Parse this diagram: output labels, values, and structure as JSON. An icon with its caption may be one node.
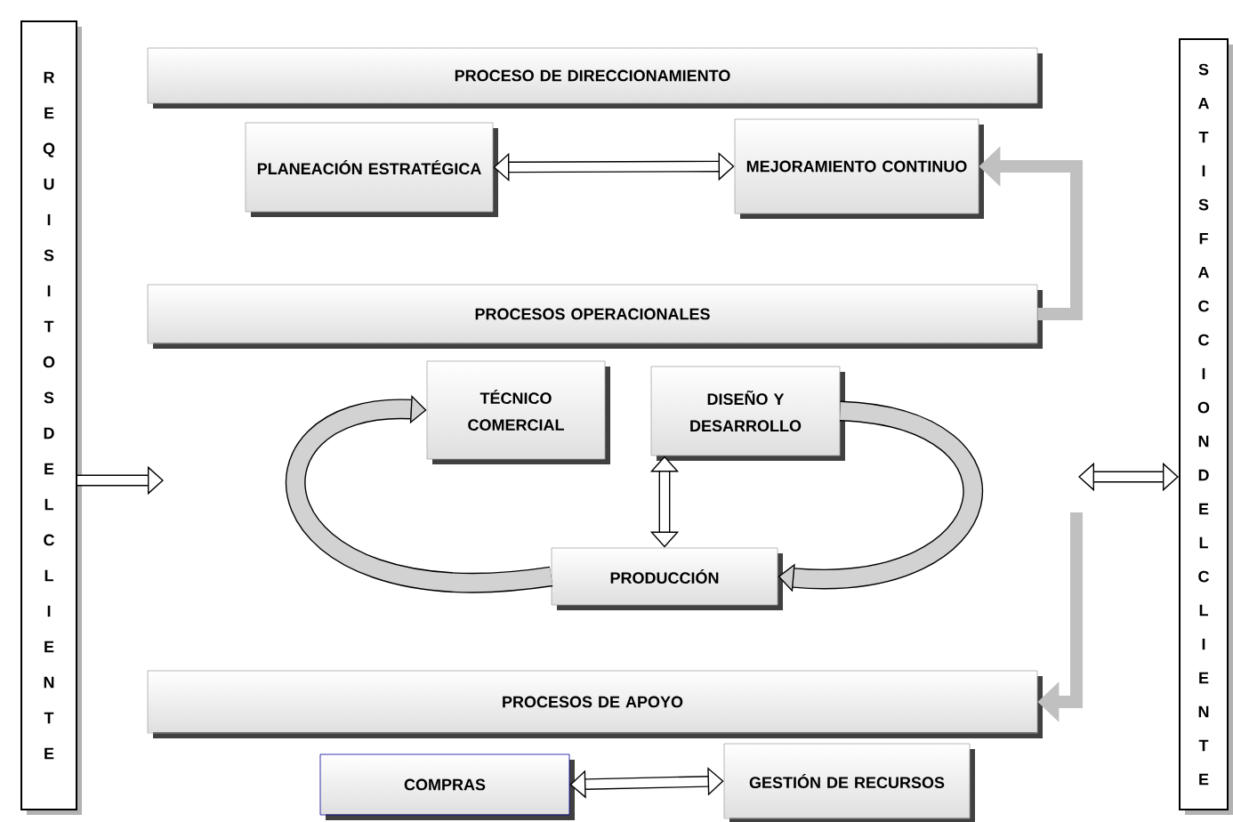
{
  "diagram": {
    "nodes": [
      {
        "text": [
          "REQUISITOS DEL CLIENTE"
        ]
      },
      {
        "text": [
          "PROCESO DE DIRECCIONAMIENTO"
        ]
      },
      {
        "text": [
          "PLANEACIÓN ESTRATÉGICA"
        ]
      },
      {
        "text": [
          "MEJORAMIENTO CONTINUO"
        ]
      },
      {
        "text": [
          "PROCESOS OPERACIONALES"
        ]
      },
      {
        "text": [
          "TÉCNICO COMERCIAL"
        ]
      },
      {
        "text": [
          "DISEÑO Y DESARROLLO"
        ]
      },
      {
        "text": [
          "PRODUCCIÓN"
        ]
      },
      {
        "text": [
          "PROCESOS DE APOYO"
        ]
      },
      {
        "text": [
          "COMPRAS"
        ]
      },
      {
        "text": [
          "GESTIÓN DE RECURSOS"
        ]
      },
      {
        "text": [
          "SATISFACCION DEL CLIENTE"
        ]
      }
    ],
    "edges": [
      {
        "from": 0,
        "to": null,
        "arrow": "to"
      },
      {
        "from": null,
        "to": 11,
        "arrow": "both"
      },
      {
        "from": 2,
        "to": 3,
        "arrow": "both"
      },
      {
        "from": 6,
        "to": 7,
        "arrow": "both"
      },
      {
        "from": 9,
        "to": 10,
        "arrow": "both"
      },
      {
        "from": 4,
        "to": 3,
        "arrow": "to",
        "color": "#c0c0c0"
      },
      {
        "from": null,
        "to": 8,
        "arrow": "to",
        "color": "#c0c0c0"
      },
      {
        "from": 7,
        "to": 5,
        "arrow": "to"
      },
      {
        "from": 6,
        "to": 7,
        "arrow": "to"
      }
    ]
  }
}
